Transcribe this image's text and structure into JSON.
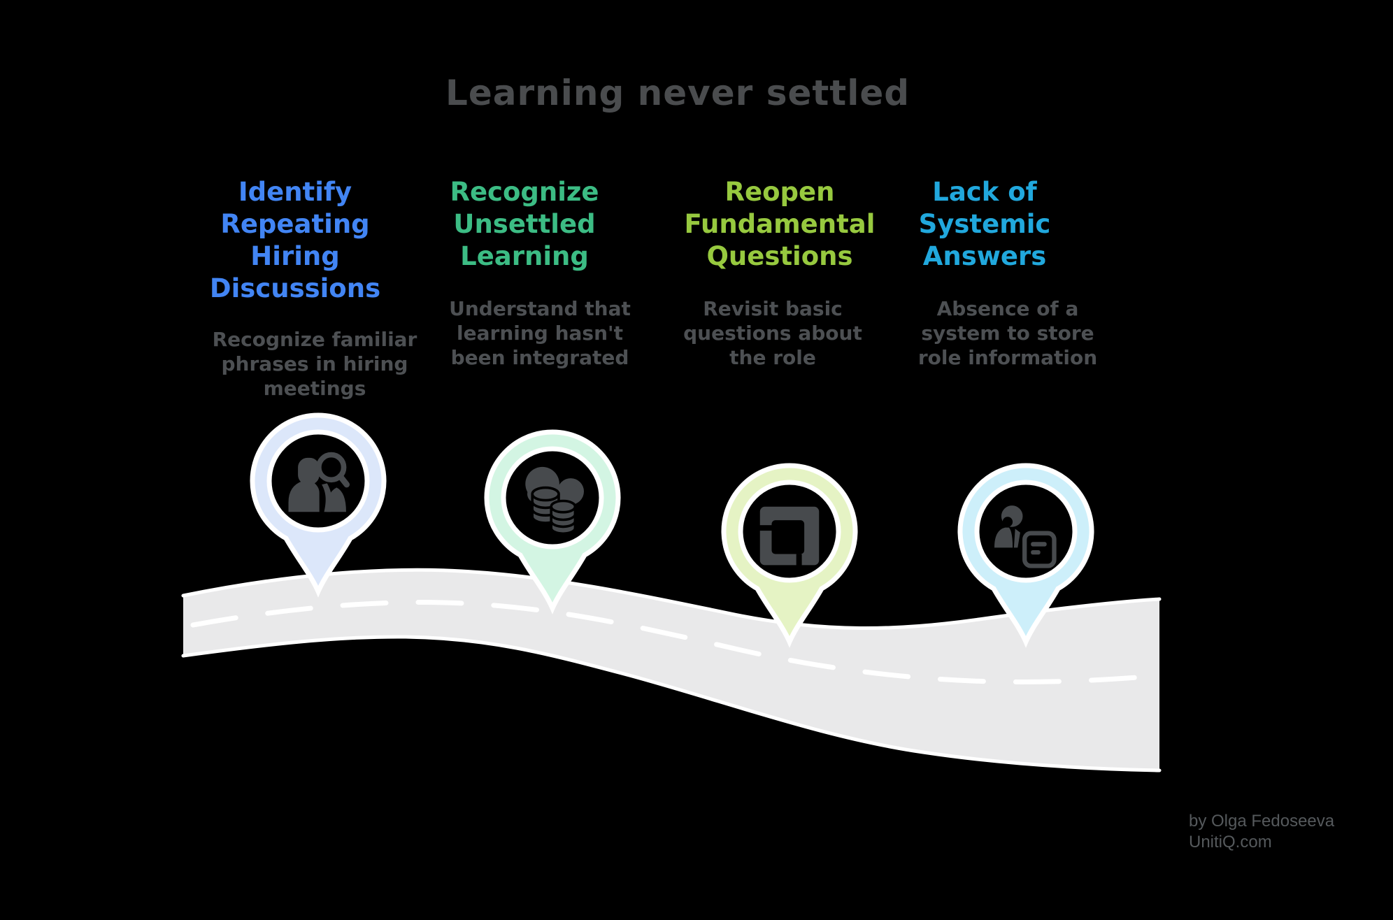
{
  "title": "Learning never settled",
  "colors": {
    "background": "#000000",
    "title": "#4a4c4e",
    "body_text": "#4d5053",
    "attribution": "#55595c",
    "road": "#e9e9ea",
    "road_line": "#ffffff",
    "icon": "#474a4d"
  },
  "milestones": [
    {
      "heading": "Identify\nRepeating\nHiring\nDiscussions",
      "heading_color": "#4285f4",
      "description": "Recognize familiar\nphrases in hiring\nmeetings",
      "pin_color": "#dce7fa",
      "icon": "person-search-icon"
    },
    {
      "heading": "Recognize\nUnsettled\nLearning",
      "heading_color": "#3cbc84",
      "description": "Understand that\nlearning hasn't\nbeen integrated",
      "pin_color": "#d3f5e3",
      "icon": "cloud-coins-icon"
    },
    {
      "heading": "Reopen\nFundamental\nQuestions",
      "heading_color": "#97c93f",
      "description": "Revisit basic\nquestions about\nthe role",
      "pin_color": "#e5f3c4",
      "icon": "open-frame-icon"
    },
    {
      "heading": "Lack of\nSystemic\nAnswers",
      "heading_color": "#21a8dd",
      "description": "Absence of a\nsystem to store\nrole information",
      "pin_color": "#cdeffa",
      "icon": "person-card-icon"
    }
  ],
  "attribution": {
    "line1": "by Olga Fedoseeva",
    "line2": "UnitiQ.com"
  }
}
